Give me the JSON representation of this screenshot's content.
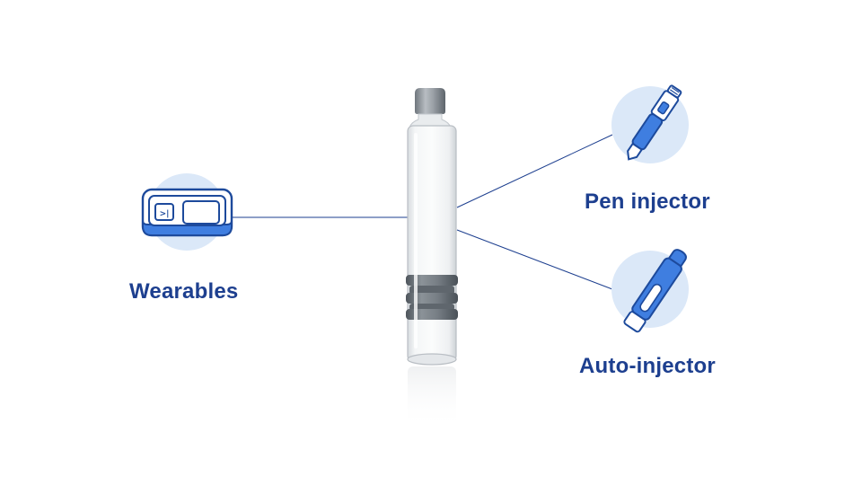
{
  "colors": {
    "label": "#1d3f8f",
    "icon_stroke": "#1d4a9c",
    "icon_fill": "#3f7ee0",
    "icon_circle": "#dbe8f8",
    "connector": "#1d3f8f",
    "glass_outline": "#b9bec4",
    "cap": "#8e959c",
    "plunger": "#6f767d"
  },
  "icons": {
    "wearables": "wearable-patch-icon",
    "pen": "pen-injector-icon",
    "auto": "auto-injector-icon",
    "center": "glass-cartridge"
  },
  "labels": {
    "wearables": "Wearables",
    "pen": "Pen injector",
    "auto": "Auto-injector"
  },
  "wearable_icon_glyph": ">|"
}
